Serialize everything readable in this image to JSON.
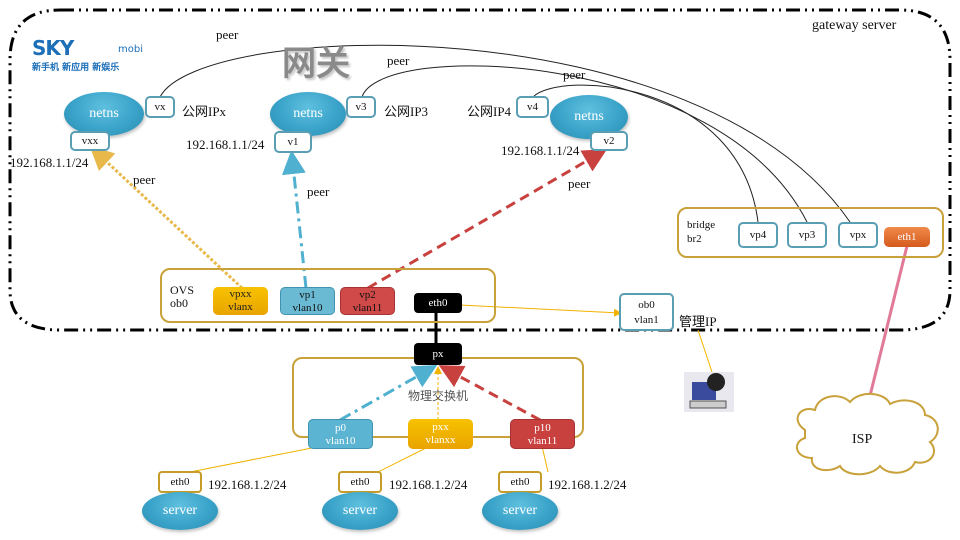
{
  "title": "网关",
  "logo": {
    "brand": "SKY",
    "suffix": "mobi",
    "tagline": "新手机 新应用 新娱乐"
  },
  "gateway_label": "gateway server",
  "colors": {
    "netns": "#3aa3c9",
    "port_border": "#5a9eb4",
    "box_border": "#c8a13a",
    "vlan10": "#4fb0cf",
    "vlan11": "#c8413f",
    "vlanxx": "#f2b200",
    "eth1": "#e06a2c",
    "isp_link": "#e07a98"
  },
  "netns": [
    {
      "label": "netns",
      "port_out": "vx",
      "public_ip": "公网IPx",
      "port_in": "vxx",
      "private_ip": "192.168.1.1/24"
    },
    {
      "label": "netns",
      "port_out": "v3",
      "public_ip": "公网IP3",
      "port_in": "v1",
      "private_ip": "192.168.1.1/24"
    },
    {
      "label": "netns",
      "port_out": "v4",
      "public_ip": "公网IP4",
      "port_in": "v2",
      "private_ip": "192.168.1.1/24"
    }
  ],
  "peer_label": "peer",
  "bridge": {
    "line1": "bridge",
    "line2": "br2",
    "ports": [
      "vp4",
      "vp3",
      "vpx"
    ],
    "uplink": "eth1"
  },
  "ovs": {
    "line1": "OVS",
    "line2": "ob0",
    "ports": [
      {
        "name": "vpxx",
        "vlan": "vlanx"
      },
      {
        "name": "vp1",
        "vlan": "vlan10"
      },
      {
        "name": "vp2",
        "vlan": "vlan11"
      }
    ],
    "uplink": "eth0"
  },
  "mgmt": {
    "port": "ob0",
    "vlan": "vlan1",
    "label": "管理IP"
  },
  "switch": {
    "label": "物理交换机",
    "uplink": "px",
    "ports": [
      {
        "name": "p0",
        "vlan": "vlan10"
      },
      {
        "name": "pxx",
        "vlan": "vlanxx"
      },
      {
        "name": "p10",
        "vlan": "vlan11"
      }
    ]
  },
  "servers": [
    {
      "label": "server",
      "nic": "eth0",
      "ip": "192.168.1.2/24"
    },
    {
      "label": "server",
      "nic": "eth0",
      "ip": "192.168.1.2/24"
    },
    {
      "label": "server",
      "nic": "eth0",
      "ip": "192.168.1.2/24"
    }
  ],
  "isp": "ISP"
}
